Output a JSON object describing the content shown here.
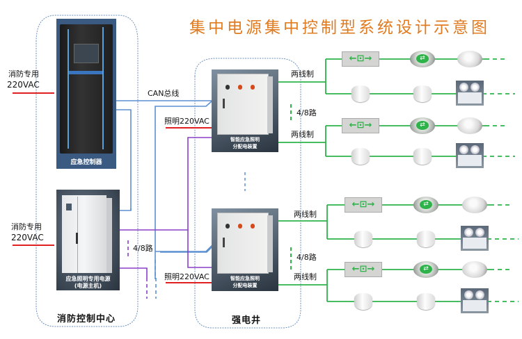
{
  "title": "集中电源集中控制型系统设计示意图",
  "zones": {
    "fire_control_center": "消防控制中心",
    "electrical_shaft": "强电井"
  },
  "devices": {
    "emergency_controller": {
      "caption": "应急控制器"
    },
    "power_supply": {
      "caption_line1": "应急照明专用电源",
      "caption_line2": "(电源主机)"
    },
    "distribution_box_top": {
      "caption_line1": "智能应急照明",
      "caption_line2": "分配电装置"
    },
    "distribution_box_bottom": {
      "caption_line1": "智能应急照明",
      "caption_line2": "分配电装置"
    }
  },
  "labels": {
    "fire_power_top_line1": "消防专用",
    "fire_power_top_line2": "220VAC",
    "fire_power_bottom_line1": "消防专用",
    "fire_power_bottom_line2": "220VAC",
    "can_bus": "CAN总线",
    "lighting_220_top": "照明220VAC",
    "lighting_220_bottom": "照明220VAC",
    "circuits_left": "4/8路",
    "circuits_top": "4/8路",
    "circuits_bottom": "4/8路",
    "two_wire": [
      "两线制",
      "两线制",
      "两线制",
      "两线制"
    ]
  },
  "colors": {
    "title": "#e07b20",
    "can_bus": "#5b8fd0",
    "fire_power": "#e02020",
    "loop_purple": "#8a3fc8",
    "luminaire_loop": "#2db34a",
    "zone_border": "#6a8fbf"
  },
  "luminaire_rows": [
    {
      "upper": [
        "exit-sign",
        "floor-indicator",
        "ceiling-indicator"
      ],
      "lower": [
        "downlight",
        "downlight",
        "twin-spot-emergency-light"
      ]
    },
    {
      "upper": [
        "exit-sign",
        "floor-indicator",
        "ceiling-indicator"
      ],
      "lower": [
        "downlight",
        "downlight",
        "twin-spot-emergency-light"
      ]
    },
    {
      "upper": [
        "exit-sign",
        "floor-indicator",
        "ceiling-indicator"
      ],
      "lower": [
        "downlight",
        "downlight",
        "twin-spot-emergency-light"
      ]
    },
    {
      "upper": [
        "exit-sign",
        "floor-indicator",
        "ceiling-indicator"
      ],
      "lower": [
        "downlight",
        "downlight",
        "twin-spot-emergency-light"
      ]
    }
  ]
}
